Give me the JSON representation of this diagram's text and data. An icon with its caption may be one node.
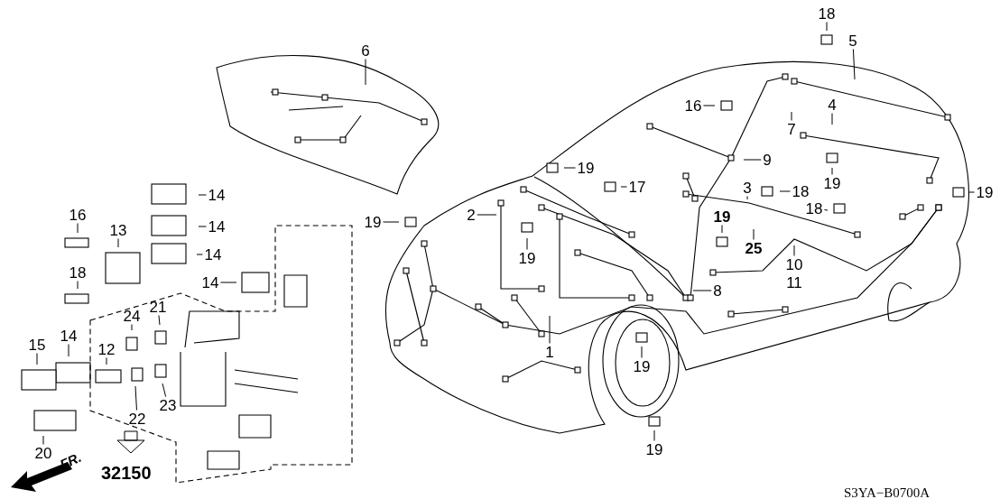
{
  "diagram": {
    "nodes": [
      {
        "text": [
          "6"
        ]
      },
      {
        "text": [
          "14"
        ]
      },
      {
        "text": [
          "14"
        ]
      },
      {
        "text": [
          "14"
        ]
      },
      {
        "text": [
          "16"
        ]
      },
      {
        "text": [
          "13"
        ]
      },
      {
        "text": [
          "18"
        ]
      },
      {
        "text": [
          "14"
        ]
      },
      {
        "text": [
          "21"
        ]
      },
      {
        "text": [
          "24"
        ]
      },
      {
        "text": [
          "12"
        ]
      },
      {
        "text": [
          "15"
        ]
      },
      {
        "text": [
          "14"
        ]
      },
      {
        "text": [
          "22"
        ]
      },
      {
        "text": [
          "23"
        ]
      },
      {
        "text": [
          "20"
        ]
      },
      {
        "text": [
          "18"
        ]
      },
      {
        "text": [
          "5"
        ]
      },
      {
        "text": [
          "16"
        ]
      },
      {
        "text": [
          "4"
        ]
      },
      {
        "text": [
          "7"
        ]
      },
      {
        "text": [
          "9"
        ]
      },
      {
        "text": [
          "19"
        ]
      },
      {
        "text": [
          "17"
        ]
      },
      {
        "text": [
          "3"
        ]
      },
      {
        "text": [
          "18"
        ]
      },
      {
        "text": [
          "19"
        ]
      },
      {
        "text": [
          "19"
        ]
      },
      {
        "text": [
          "2"
        ]
      },
      {
        "text": [
          "19"
        ]
      },
      {
        "text": [
          "18"
        ]
      },
      {
        "text": [
          "19"
        ]
      },
      {
        "text": [
          "19"
        ]
      },
      {
        "text": [
          "25"
        ]
      },
      {
        "text": [
          "10"
        ]
      },
      {
        "text": [
          "11"
        ]
      },
      {
        "text": [
          "8"
        ]
      },
      {
        "text": [
          "1"
        ]
      },
      {
        "text": [
          "19"
        ]
      },
      {
        "text": [
          "19"
        ]
      }
    ],
    "edges": [
      {
        "from": 0,
        "to": null,
        "arrow": "none"
      },
      {
        "from": 1,
        "to": null,
        "arrow": "none"
      },
      {
        "from": 2,
        "to": null,
        "arrow": "none"
      },
      {
        "from": 3,
        "to": null,
        "arrow": "none"
      },
      {
        "from": 4,
        "to": null,
        "arrow": "none"
      },
      {
        "from": 5,
        "to": null,
        "arrow": "none"
      },
      {
        "from": 6,
        "to": null,
        "arrow": "none"
      },
      {
        "from": 7,
        "to": null,
        "arrow": "none"
      },
      {
        "from": 8,
        "to": null,
        "arrow": "none"
      },
      {
        "from": 9,
        "to": null,
        "arrow": "none"
      },
      {
        "from": 10,
        "to": null,
        "arrow": "none"
      },
      {
        "from": 11,
        "to": null,
        "arrow": "none"
      },
      {
        "from": 12,
        "to": null,
        "arrow": "none"
      },
      {
        "from": 13,
        "to": null,
        "arrow": "none"
      },
      {
        "from": 14,
        "to": null,
        "arrow": "none"
      },
      {
        "from": 15,
        "to": null,
        "arrow": "none"
      },
      {
        "from": 16,
        "to": null,
        "arrow": "none"
      },
      {
        "from": 17,
        "to": null,
        "arrow": "none"
      },
      {
        "from": 18,
        "to": null,
        "arrow": "none"
      },
      {
        "from": 19,
        "to": null,
        "arrow": "none"
      },
      {
        "from": 20,
        "to": null,
        "arrow": "none"
      },
      {
        "from": 21,
        "to": null,
        "arrow": "none"
      },
      {
        "from": 22,
        "to": null,
        "arrow": "none"
      },
      {
        "from": 23,
        "to": null,
        "arrow": "none"
      },
      {
        "from": 24,
        "to": null,
        "arrow": "none"
      },
      {
        "from": 25,
        "to": null,
        "arrow": "none"
      },
      {
        "from": 26,
        "to": null,
        "arrow": "none"
      },
      {
        "from": 27,
        "to": null,
        "arrow": "none"
      },
      {
        "from": 28,
        "to": null,
        "arrow": "none"
      },
      {
        "from": 29,
        "to": null,
        "arrow": "none"
      },
      {
        "from": 30,
        "to": null,
        "arrow": "none"
      },
      {
        "from": 31,
        "to": null,
        "arrow": "none"
      },
      {
        "from": 32,
        "to": null,
        "arrow": "none"
      },
      {
        "from": 33,
        "to": null,
        "arrow": "none"
      },
      {
        "from": 34,
        "to": null,
        "arrow": "none"
      },
      {
        "from": 36,
        "to": null,
        "arrow": "none"
      },
      {
        "from": 37,
        "to": null,
        "arrow": "none"
      },
      {
        "from": 38,
        "to": null,
        "arrow": "none"
      },
      {
        "from": 39,
        "to": null,
        "arrow": "none"
      }
    ],
    "labels": [
      "32150",
      "FR.",
      "S3YA−B0700A"
    ]
  }
}
